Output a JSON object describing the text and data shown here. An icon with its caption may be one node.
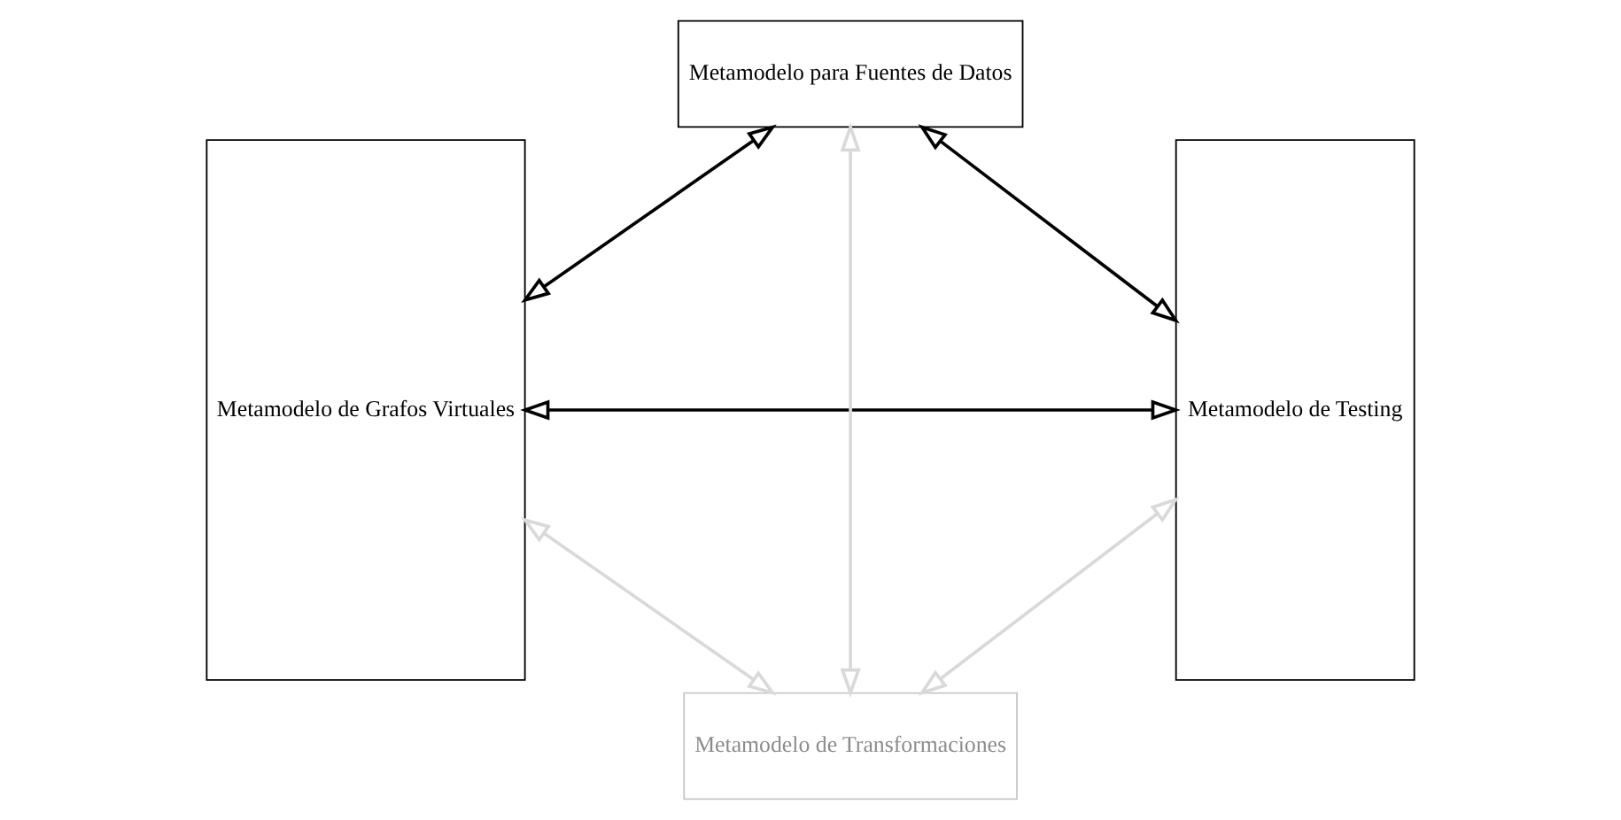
{
  "diagram": {
    "nodes": [
      {
        "text": [
          "Metamodelo de Grafos Virtuales"
        ]
      },
      {
        "text": [
          "Metamodelo para Fuentes de Datos"
        ]
      },
      {
        "text": [
          "Metamodelo de Testing"
        ]
      },
      {
        "text": [
          "Metamodelo de Transformaciones"
        ]
      }
    ],
    "edges": [
      {
        "from": 0,
        "to": 1,
        "arrow": "both"
      },
      {
        "from": 1,
        "to": 2,
        "arrow": "both"
      },
      {
        "from": 0,
        "to": 2,
        "arrow": "both"
      },
      {
        "from": 1,
        "to": 3,
        "arrow": "both",
        "color": "#d9d9d9"
      },
      {
        "from": 0,
        "to": 3,
        "arrow": "both",
        "color": "#d9d9d9"
      },
      {
        "from": 3,
        "to": 2,
        "arrow": "both",
        "color": "#d9d9d9"
      }
    ]
  }
}
